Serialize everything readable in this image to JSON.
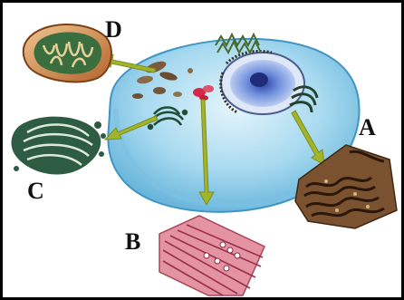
{
  "labels": {
    "a": "A",
    "b": "B",
    "c": "C",
    "d": "D"
  },
  "colors": {
    "border": "#000000",
    "cell_body": "#9ed6ee",
    "cell_edge": "#4aa3cf",
    "arrow": "#9fb32a",
    "mitochondrion": "#c9803f",
    "golgi": "#2f5f44",
    "endoplasmic_reticulum": "#5b3a1e",
    "ribosome_fibers": "#d9788c",
    "nucleus": "#5c7fd0"
  },
  "icons": [
    "mitochondrion-icon",
    "golgi-apparatus-icon",
    "endoplasmic-reticulum-icon",
    "ribosome-icon",
    "nucleus-icon"
  ]
}
